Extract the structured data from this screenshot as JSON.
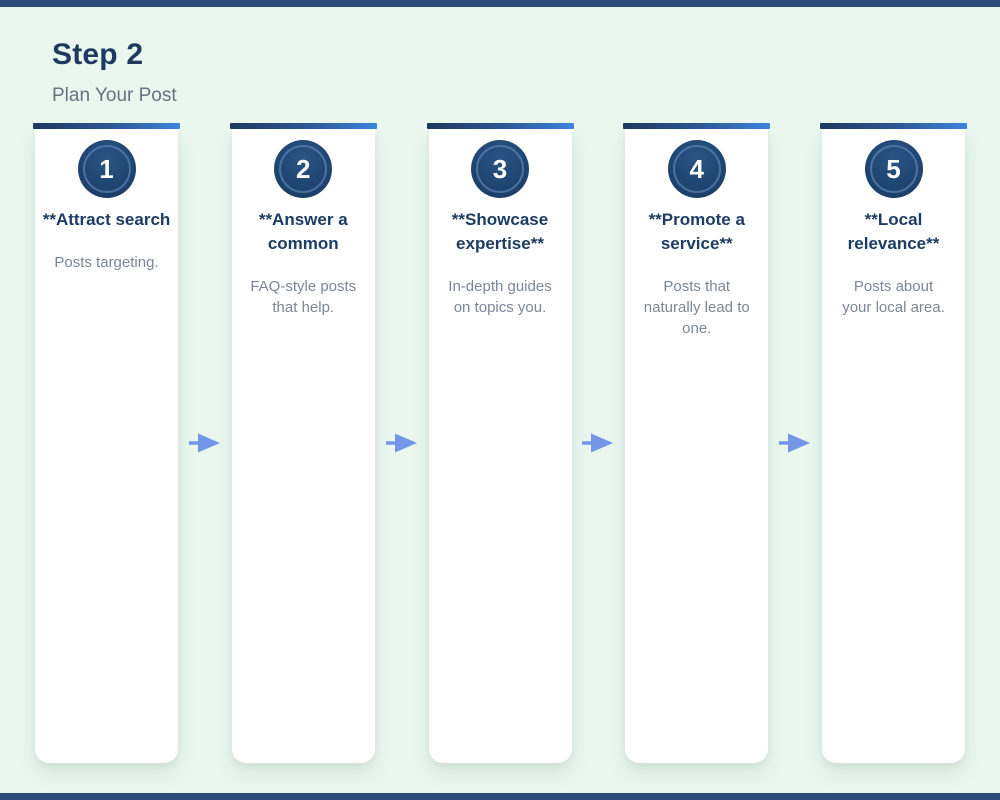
{
  "page": {
    "title": "Step 2",
    "subtitle": "Plan Your Post"
  },
  "colors": {
    "background": "#e9f7ef",
    "edge_bar": "#2d4b78",
    "card_bar_gradient_start": "#1e3a5f",
    "card_bar_gradient_end": "#3e85e0",
    "circle_fill": "#1f4571",
    "title_text": "#1e3c63",
    "body_text": "#7b8795",
    "arrow": "#7396e8"
  },
  "steps": [
    {
      "number": "1",
      "title": "**Attract search",
      "description": "Posts targeting."
    },
    {
      "number": "2",
      "title": "**Answer a common",
      "description": "FAQ-style posts that help."
    },
    {
      "number": "3",
      "title": "**Showcase expertise**",
      "description": "In-depth guides on topics you."
    },
    {
      "number": "4",
      "title": "**Promote a service**",
      "description": "Posts that naturally lead to one."
    },
    {
      "number": "5",
      "title": "**Local relevance**",
      "description": "Posts about your local area."
    }
  ]
}
